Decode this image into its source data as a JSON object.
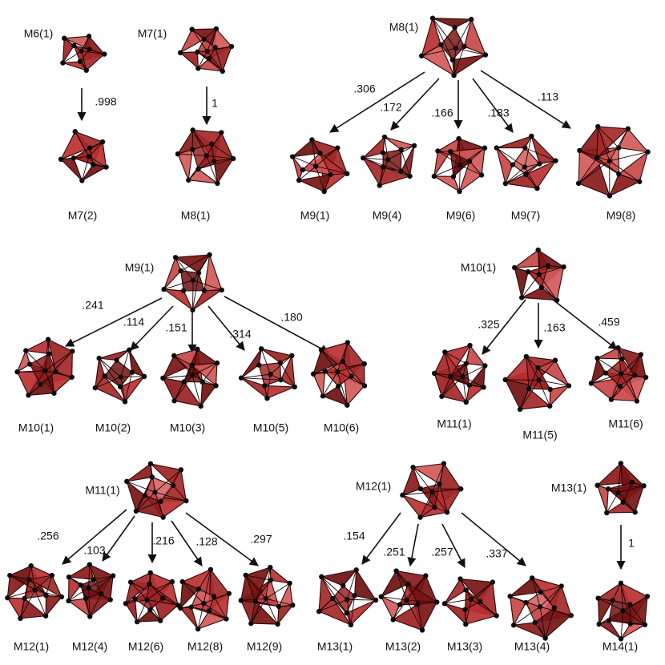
{
  "clusters": [
    {
      "id": "M6_1",
      "label": "M6(1)"
    },
    {
      "id": "M7_1",
      "label": "M7(1)"
    },
    {
      "id": "M7_2",
      "label": "M7(2)"
    },
    {
      "id": "M8_1a",
      "label": "M8(1)"
    },
    {
      "id": "M8_1b",
      "label": "M8(1)"
    },
    {
      "id": "M9_1a",
      "label": "M9(1)"
    },
    {
      "id": "M9_4",
      "label": "M9(4)"
    },
    {
      "id": "M9_6",
      "label": "M9(6)"
    },
    {
      "id": "M9_7",
      "label": "M9(7)"
    },
    {
      "id": "M9_8",
      "label": "M9(8)"
    },
    {
      "id": "M9_1b",
      "label": "M9(1)"
    },
    {
      "id": "M10_1a",
      "label": "M10(1)"
    },
    {
      "id": "M10_2",
      "label": "M10(2)"
    },
    {
      "id": "M10_3",
      "label": "M10(3)"
    },
    {
      "id": "M10_5",
      "label": "M10(5)"
    },
    {
      "id": "M10_6",
      "label": "M10(6)"
    },
    {
      "id": "M10_1b",
      "label": "M10(1)"
    },
    {
      "id": "M11_1a",
      "label": "M11(1)"
    },
    {
      "id": "M11_5",
      "label": "M11(5)"
    },
    {
      "id": "M11_6",
      "label": "M11(6)"
    },
    {
      "id": "M11_1b",
      "label": "M11(1)"
    },
    {
      "id": "M12_1a",
      "label": "M12(1)"
    },
    {
      "id": "M12_4",
      "label": "M12(4)"
    },
    {
      "id": "M12_6",
      "label": "M12(6)"
    },
    {
      "id": "M12_8",
      "label": "M12(8)"
    },
    {
      "id": "M12_9",
      "label": "M12(9)"
    },
    {
      "id": "M12_1b",
      "label": "M12(1)"
    },
    {
      "id": "M13_1a",
      "label": "M13(1)"
    },
    {
      "id": "M13_2",
      "label": "M13(2)"
    },
    {
      "id": "M13_3",
      "label": "M13(3)"
    },
    {
      "id": "M13_4",
      "label": "M13(4)"
    },
    {
      "id": "M13_1b",
      "label": "M13(1)"
    },
    {
      "id": "M14_1",
      "label": "M14(1)"
    }
  ],
  "transitions": [
    {
      "from": "M6_1",
      "to": "M7_2",
      "probability": ".998"
    },
    {
      "from": "M7_1",
      "to": "M8_1a",
      "probability": "1"
    },
    {
      "from": "M8_1b",
      "to": "M9_1a",
      "probability": ".306"
    },
    {
      "from": "M8_1b",
      "to": "M9_4",
      "probability": ".172"
    },
    {
      "from": "M8_1b",
      "to": "M9_6",
      "probability": ".166"
    },
    {
      "from": "M8_1b",
      "to": "M9_7",
      "probability": ".183"
    },
    {
      "from": "M8_1b",
      "to": "M9_8",
      "probability": ".113"
    },
    {
      "from": "M9_1b",
      "to": "M10_1a",
      "probability": ".241"
    },
    {
      "from": "M9_1b",
      "to": "M10_2",
      "probability": ".114"
    },
    {
      "from": "M9_1b",
      "to": "M10_3",
      "probability": ".151"
    },
    {
      "from": "M9_1b",
      "to": "M10_5",
      "probability": ".314"
    },
    {
      "from": "M9_1b",
      "to": "M10_6",
      "probability": ".180"
    },
    {
      "from": "M10_1b",
      "to": "M11_1a",
      "probability": ".325"
    },
    {
      "from": "M10_1b",
      "to": "M11_5",
      "probability": ".163"
    },
    {
      "from": "M10_1b",
      "to": "M11_6",
      "probability": ".459"
    },
    {
      "from": "M11_1b",
      "to": "M12_1a",
      "probability": ".256"
    },
    {
      "from": "M11_1b",
      "to": "M12_4",
      "probability": ".103"
    },
    {
      "from": "M11_1b",
      "to": "M12_6",
      "probability": ".216"
    },
    {
      "from": "M11_1b",
      "to": "M12_8",
      "probability": ".128"
    },
    {
      "from": "M11_1b",
      "to": "M12_9",
      "probability": ".297"
    },
    {
      "from": "M12_1b",
      "to": "M13_1a",
      "probability": ".154"
    },
    {
      "from": "M12_1b",
      "to": "M13_2",
      "probability": ".251"
    },
    {
      "from": "M12_1b",
      "to": "M13_3",
      "probability": ".257"
    },
    {
      "from": "M12_1b",
      "to": "M13_4",
      "probability": ".337"
    },
    {
      "from": "M13_1b",
      "to": "M14_1",
      "probability": "1"
    }
  ]
}
